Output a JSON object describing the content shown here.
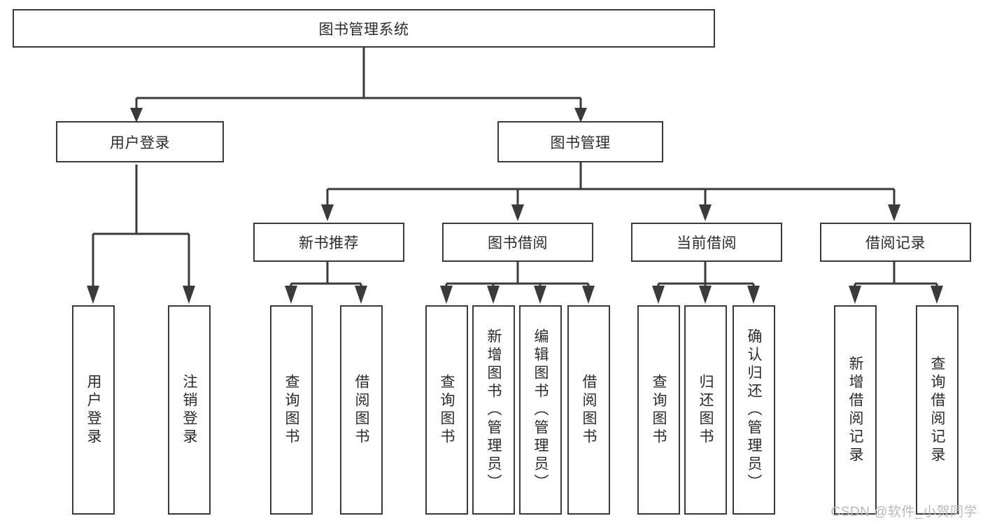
{
  "diagram": {
    "type": "tree-hierarchy",
    "title": "图书管理系统",
    "watermark": "CSDN @软件_小贺同学",
    "colors": {
      "stroke": "#3a3a3a",
      "fill": "#ffffff",
      "text": "#2b2b2b",
      "watermark": "#b9b9b9"
    },
    "nodes": {
      "root": "图书管理系统",
      "level2": {
        "user_login": "用户登录",
        "book_manage": "图书管理"
      },
      "level3": {
        "new_book_rec": "新书推荐",
        "book_borrow": "图书借阅",
        "current_borrow": "当前借阅",
        "borrow_record": "借阅记录"
      },
      "leaves": {
        "user_login_1": "用户登录",
        "user_login_2": "注销登录",
        "new_book_rec_1": "查询图书",
        "new_book_rec_2": "借阅图书",
        "book_borrow_1": "查询图书",
        "book_borrow_2": "新增图书（管理员）",
        "book_borrow_3": "编辑图书（管理员）",
        "book_borrow_4": "借阅图书",
        "current_borrow_1": "查询图书",
        "current_borrow_2": "归还图书",
        "current_borrow_3": "确认归还（管理员）",
        "borrow_record_1": "新增借阅记录",
        "borrow_record_2": "查询借阅记录"
      }
    }
  }
}
